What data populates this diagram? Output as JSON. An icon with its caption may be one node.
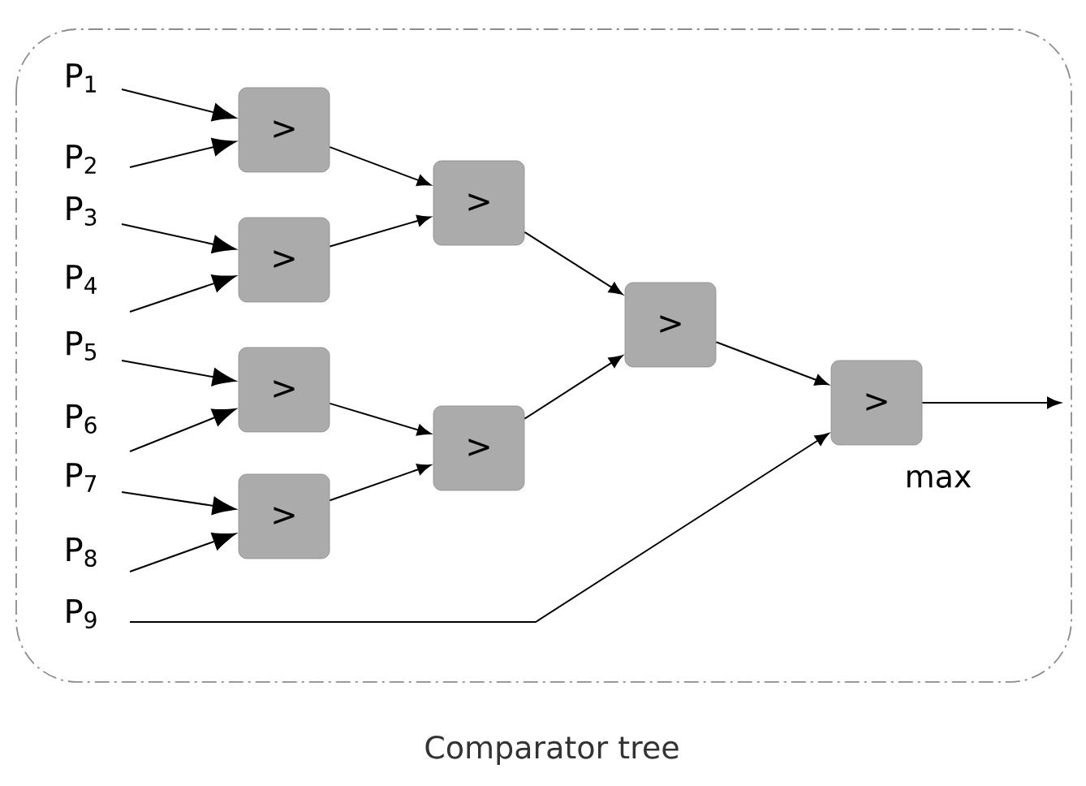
{
  "diagram": {
    "caption": "Comparator tree",
    "nodes": [
      {
        "text": [
          "P$_{1}$"
        ]
      },
      {
        "text": [
          "P$_{2}$"
        ]
      },
      {
        "text": [
          "P$_{3}$"
        ]
      },
      {
        "text": [
          "P$_{4}$"
        ]
      },
      {
        "text": [
          "P$_{5}$"
        ]
      },
      {
        "text": [
          "P$_{6}$"
        ]
      },
      {
        "text": [
          "P$_{7}$"
        ]
      },
      {
        "text": [
          "P$_{8}$"
        ]
      },
      {
        "text": [
          "P$_{9}$"
        ]
      },
      {
        "text": [
          ">"
        ]
      },
      {
        "text": [
          ">"
        ]
      },
      {
        "text": [
          ">"
        ]
      },
      {
        "text": [
          ">"
        ]
      },
      {
        "text": [
          ">"
        ]
      },
      {
        "text": [
          ">"
        ]
      },
      {
        "text": [
          ">"
        ]
      },
      {
        "text": [
          ">"
        ]
      }
    ],
    "edges": [
      {
        "from": 0,
        "to": 9,
        "arrow": "to"
      },
      {
        "from": 1,
        "to": 9,
        "arrow": "to"
      },
      {
        "from": 2,
        "to": 10,
        "arrow": "to"
      },
      {
        "from": 3,
        "to": 10,
        "arrow": "to"
      },
      {
        "from": 4,
        "to": 12,
        "arrow": "to"
      },
      {
        "from": 5,
        "to": 12,
        "arrow": "to"
      },
      {
        "from": 6,
        "to": 13,
        "arrow": "to"
      },
      {
        "from": 7,
        "to": 13,
        "arrow": "to"
      },
      {
        "from": 9,
        "to": 11,
        "arrow": "to"
      },
      {
        "from": 10,
        "to": 11,
        "arrow": "to"
      },
      {
        "from": 12,
        "to": 14,
        "arrow": "to"
      },
      {
        "from": 13,
        "to": 14,
        "arrow": "to"
      },
      {
        "from": 11,
        "to": 15,
        "arrow": "to"
      },
      {
        "from": 14,
        "to": 15,
        "arrow": "to"
      },
      {
        "from": 15,
        "to": 16,
        "arrow": "to"
      },
      {
        "from": 8,
        "to": 16,
        "arrow": "to"
      },
      {
        "from": 16,
        "to": null,
        "arrow": "to"
      }
    ],
    "labels": [
      "max"
    ]
  }
}
